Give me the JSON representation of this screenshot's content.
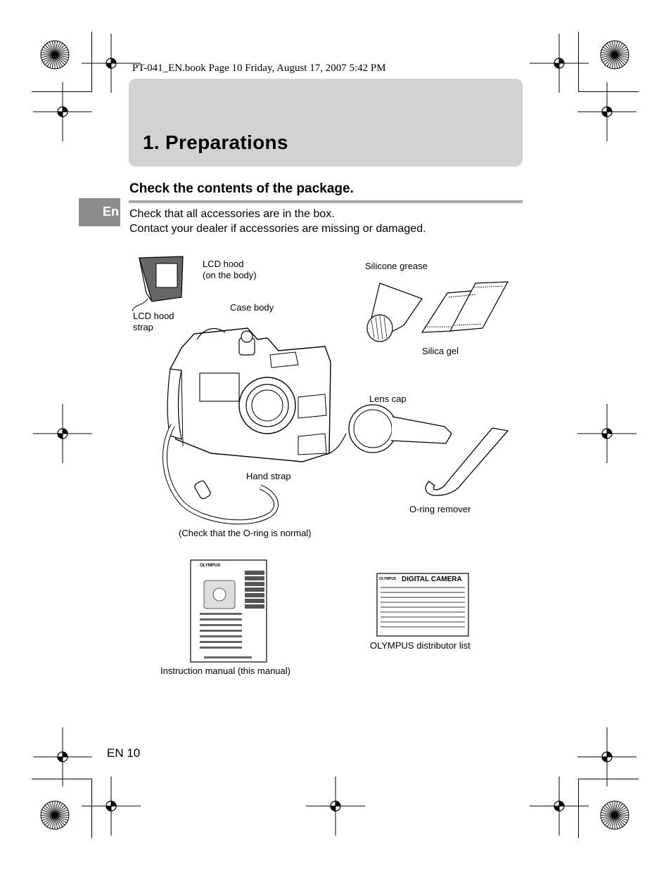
{
  "header_line": "PT-041_EN.book  Page 10  Friday, August 17, 2007  5:42 PM",
  "title": "1. Preparations",
  "section": {
    "title": "Check the contents of the package.",
    "lang_tab": "En",
    "lines": [
      "Check that all accessories are in the box.",
      "Contact your dealer if accessories are missing or damaged."
    ]
  },
  "labels": {
    "lcd_hood": [
      "LCD hood",
      "(on the body)"
    ],
    "lcd_hood_strap": [
      "LCD hood",
      "strap"
    ],
    "case_body": "Case body",
    "silicone_grease": "Silicone grease",
    "silica_gel": "Silica gel",
    "lens_cap": "Lens cap",
    "hand_strap": "Hand strap",
    "o_ring_remover": "O-ring remover",
    "check_o_ring": "(Check that the O-ring is normal)",
    "instruction_manual": "Instruction manual (this manual)",
    "distributor_list": "OLYMPUS distributor list"
  },
  "manual_cover": {
    "brand": "OLYMPUS"
  },
  "distributor_card": {
    "brand": "OLYMPUS",
    "title": "DIGITAL CAMERA"
  },
  "footer": {
    "page": "EN 10"
  }
}
